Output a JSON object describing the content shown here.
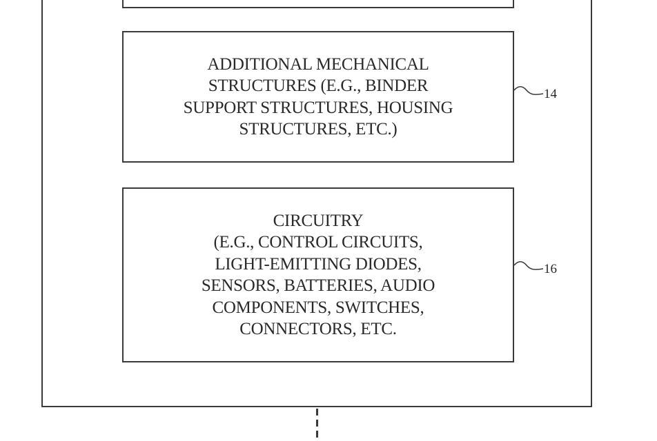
{
  "diagram": {
    "top_box": {
      "lines": []
    },
    "box_14": {
      "reference": "14",
      "lines": [
        "ADDITIONAL MECHANICAL",
        "STRUCTURES (E.G., BINDER",
        "SUPPORT STRUCTURES, HOUSING",
        "STRUCTURES, ETC.)"
      ]
    },
    "box_16": {
      "reference": "16",
      "lines": [
        "CIRCUITRY",
        "(E.G., CONTROL CIRCUITS,",
        "LIGHT-EMITTING DIODES,",
        "SENSORS, BATTERIES, AUDIO",
        "COMPONENTS, SWITCHES,",
        "CONNECTORS, ETC."
      ]
    },
    "line_color": "#3a3a3a",
    "text_color": "#2a2a2a"
  }
}
